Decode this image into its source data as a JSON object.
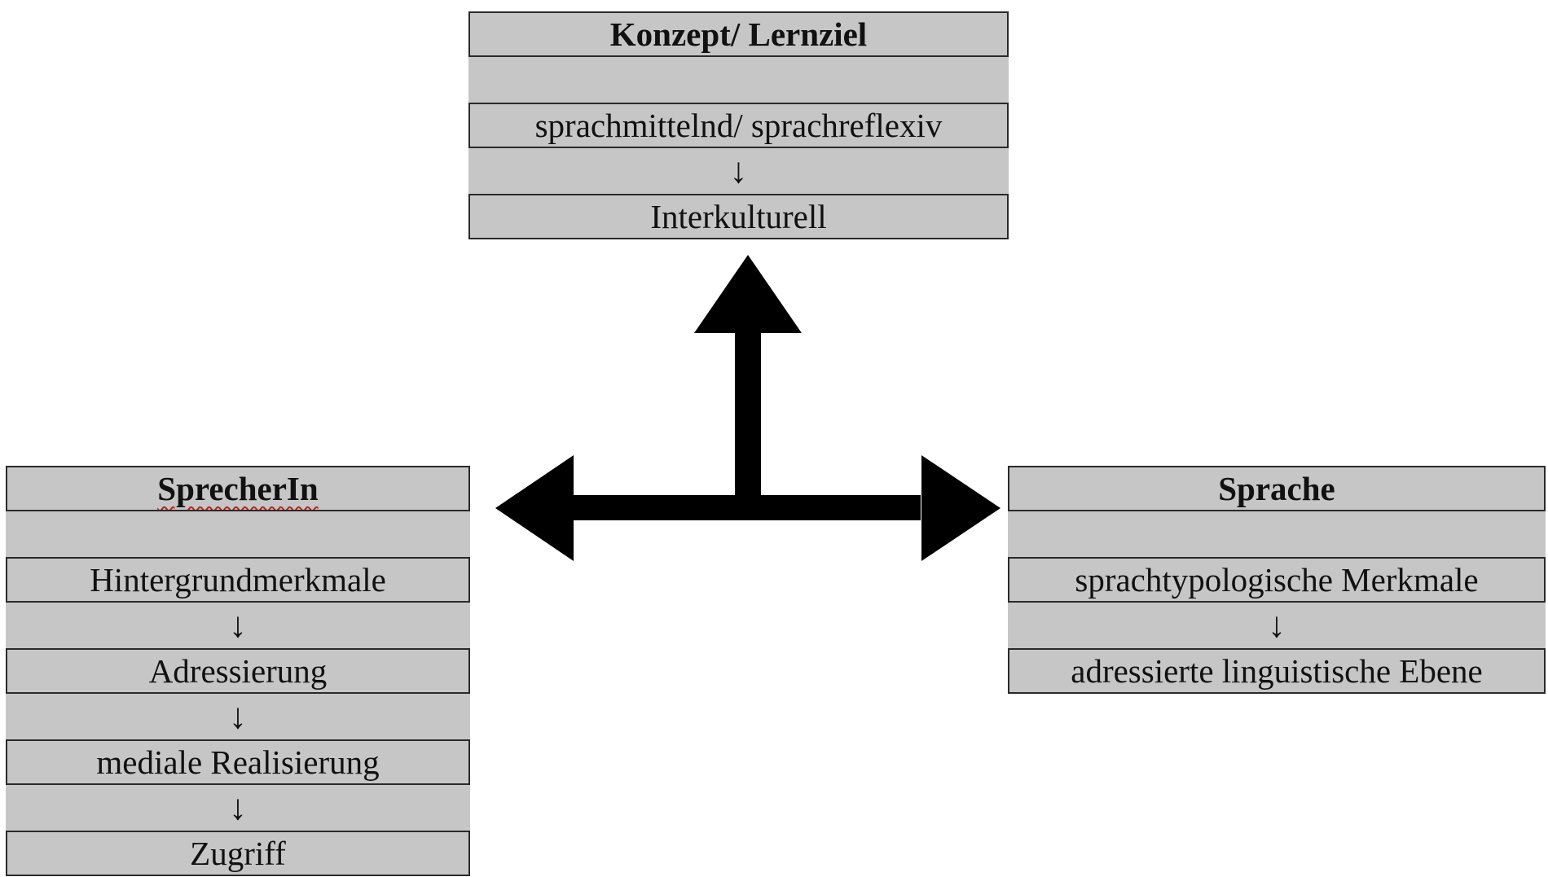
{
  "concept": {
    "title": "Konzept/ Lernziel",
    "items": [
      "sprachmittelnd/ sprachreflexiv",
      "Interkulturell"
    ],
    "connectors": [
      "↓"
    ]
  },
  "speaker": {
    "title": "SprecherIn",
    "items": [
      "Hintergrundmerkmale",
      "Adressierung",
      "mediale Realisierung",
      "Zugriff"
    ],
    "connectors": [
      "↓",
      "↓",
      "↓"
    ]
  },
  "language": {
    "title": "Sprache",
    "items": [
      "sprachtypologische Merkmale",
      "adressierte linguistische Ebene"
    ],
    "connectors": [
      "↓"
    ]
  },
  "colors": {
    "panel_fill": "#c6c6c6",
    "panel_border": "#2a2a2a",
    "arrow_fill": "#000000",
    "spellcheck_underline": "#d11a1a"
  }
}
